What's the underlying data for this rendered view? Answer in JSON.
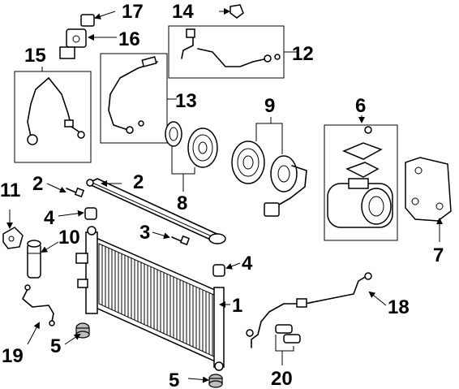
{
  "callouts": {
    "c1": "1",
    "c2a": "2",
    "c2b": "2",
    "c3": "3",
    "c4a": "4",
    "c4b": "4",
    "c5a": "5",
    "c5b": "5",
    "c6": "6",
    "c7": "7",
    "c8": "8",
    "c9": "9",
    "c10": "10",
    "c11": "11",
    "c12": "12",
    "c13": "13",
    "c14": "14",
    "c15": "15",
    "c16": "16",
    "c17": "17",
    "c18": "18",
    "c19": "19",
    "c20": "20"
  }
}
